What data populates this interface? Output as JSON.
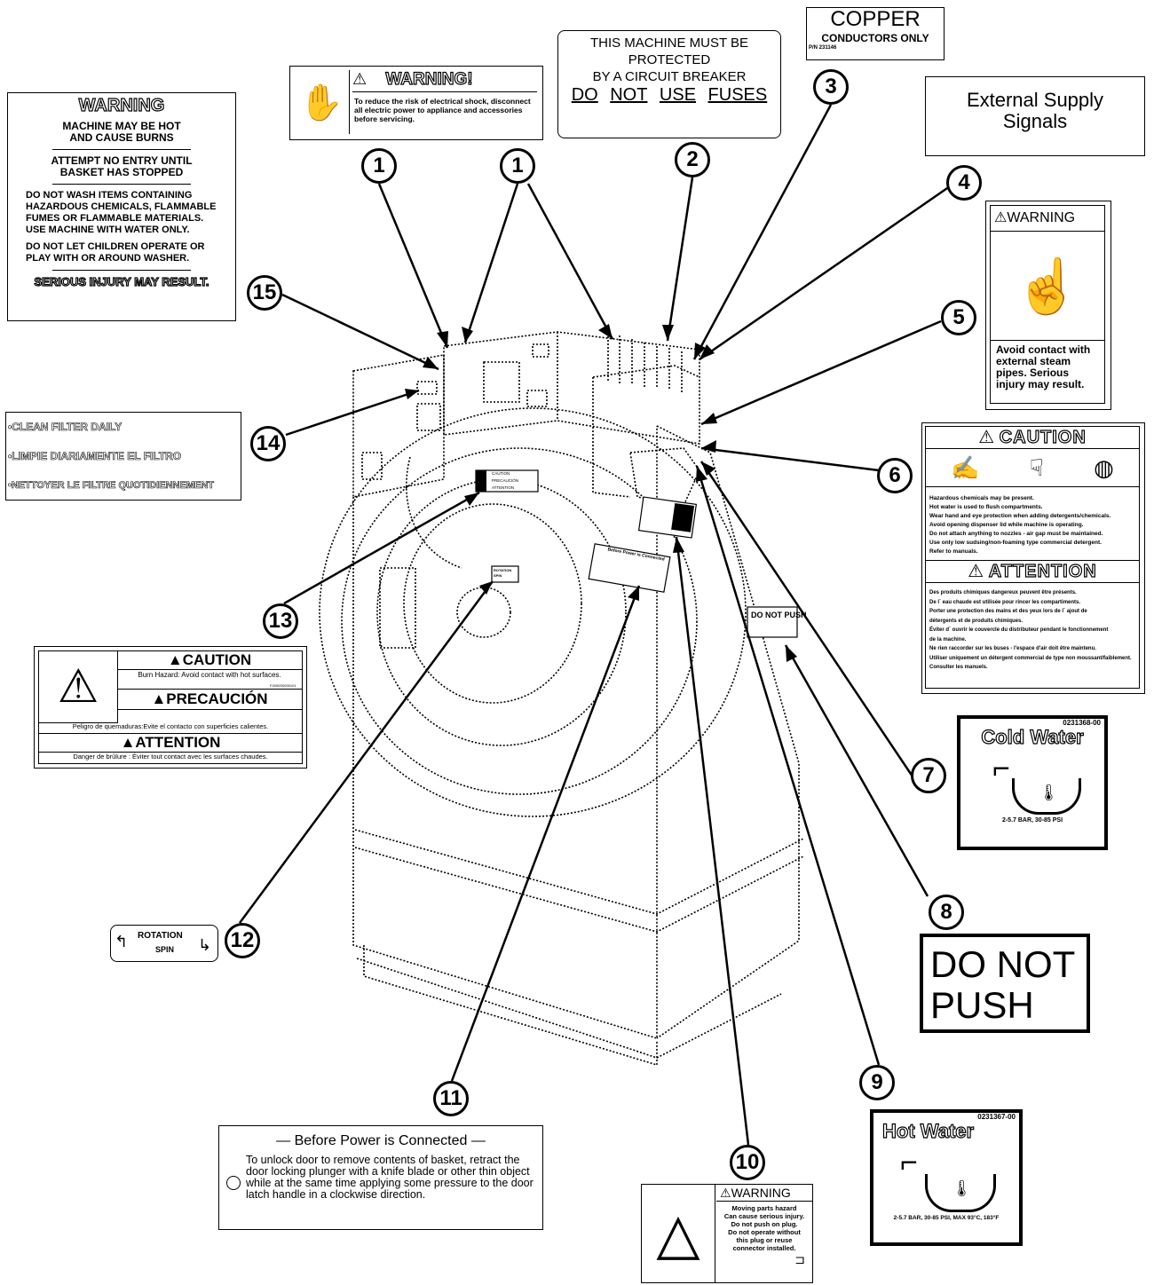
{
  "callouts": [
    "1",
    "1",
    "2",
    "3",
    "4",
    "5",
    "6",
    "7",
    "8",
    "9",
    "10",
    "11",
    "12",
    "13",
    "14",
    "15"
  ],
  "label_warning_15": {
    "title": "WARNING",
    "line1": "MACHINE MAY BE HOT",
    "line2": "AND CAUSE BURNS",
    "line3": "ATTEMPT NO ENTRY UNTIL",
    "line4": "BASKET HAS STOPPED",
    "line5": "DO NOT WASH ITEMS CONTAINING",
    "line6": "HAZARDOUS CHEMICALS, FLAMMABLE",
    "line7": "FUMES OR FLAMMABLE MATERIALS.",
    "line8": "USE MACHINE WITH WATER ONLY.",
    "line9": "DO NOT LET CHILDREN OPERATE OR",
    "line10": "PLAY WITH OR AROUND WASHER.",
    "line11": "SERIOUS INJURY MAY RESULT."
  },
  "label_warning_1": {
    "title": "WARNING!",
    "text": "To reduce the risk of electrical shock, disconnect all electric power to appliance and accessories before servicing."
  },
  "label_breaker_2": {
    "line1": "THIS MACHINE MUST BE",
    "line2": "PROTECTED",
    "line3": "BY A CIRCUIT BREAKER",
    "w1": "DO",
    "w2": "NOT",
    "w3": "USE",
    "w4": "FUSES"
  },
  "label_copper_3": {
    "line1": "COPPER",
    "line2": "CONDUCTORS ONLY",
    "pn": "P/N 231146"
  },
  "label_external_4": {
    "line1": "External Supply",
    "line2": "Signals"
  },
  "label_steam_5": {
    "title": "WARNING",
    "text": "Avoid contact with external steam pipes. Serious injury may result."
  },
  "label_caution_6": {
    "title": "CAUTION",
    "en_lines": [
      "Hazardous chemicals may be present.",
      "Hot water is used to flush compartments.",
      "Wear hand and eye protection when adding detergents/chemicals.",
      "Avoid opening dispenser lid while machine is operating.",
      "Do not attach anything to nozzles - air gap must be maintained.",
      "Use only low sudsing/non-foaming type commercial detergent.",
      "Refer to manuals."
    ],
    "title_fr": "ATTENTION",
    "fr_lines": [
      "Des produits chimiques dangereux peuvent être présents.",
      "De l´ eau chaude est utilisée pour rincer les compartiments.",
      "Porter une protection des mains et des yeux lors de l´ ajout de",
      "détergents et de produits chimiques.",
      "Éviter d´ ouvrir le couvercle du distributeur pendant le fonctionnement",
      "de la machine.",
      "Ne rien raccorder sur les buses - l'espace d'air doit être maintenu.",
      "Utiliser uniquement un détergent commercial de type non moussant/faiblement.",
      "Consulter les manuels."
    ]
  },
  "label_cold_7": {
    "pn": "0231368-00",
    "title": "Cold Water",
    "spec": "2-5.7 BAR, 30-85 PSI"
  },
  "label_push_8": {
    "line1": "DO NOT",
    "line2": "PUSH"
  },
  "label_hot_9": {
    "pn": "0231367-00",
    "title": "Hot Water",
    "spec": "2-5.7 BAR, 30-85 PSI, MAX 93°C, 183°F"
  },
  "label_warning_10": {
    "title": "WARNING",
    "lines": [
      "Moving parts hazard",
      "Can cause serious injury.",
      "Do not push on plug.",
      "Do not operate without",
      "this plug or reuse",
      "connector installed."
    ]
  },
  "label_power_11": {
    "title": "Before Power is Connected",
    "text": "To unlock door to remove contents of basket, retract the door locking plunger with a knife blade or other thin object while at the same time applying some pressure to the door latch handle in a clockwise direction."
  },
  "label_rotation_12": {
    "line1": "ROTATION",
    "line2": "SPIN"
  },
  "label_burn_13": {
    "caution": "CAUTION",
    "caution_text": "Burn Hazard: Avoid contact with hot surfaces.",
    "pn": "F2000S0000101",
    "precaucion": "PRECAUCIÓN",
    "precaucion_text": "Peligro de quemaduras:Evite el contacto con superficies calientes.",
    "attention": "ATTENTION",
    "attention_text": "Danger de brûlure : Éviter tout contact avec les surfaces chaudes."
  },
  "label_filter_14": {
    "line1": "•CLEAN FILTER DAILY",
    "line2": "•LIMPIE DIARIAMENTE EL FILTRO",
    "line3": "•NETTOYER LE FILTRE QUOTIDIENNEMENT"
  },
  "machine_labels": {
    "do_not_push": "DO NOT PUSH",
    "caution": "CAUTION",
    "precaucion": "PRECAUCIÓN",
    "attention": "ATTENTION",
    "before_power": "Before Power is Connected",
    "rotation": "ROTATION",
    "spin": "SPIN"
  }
}
